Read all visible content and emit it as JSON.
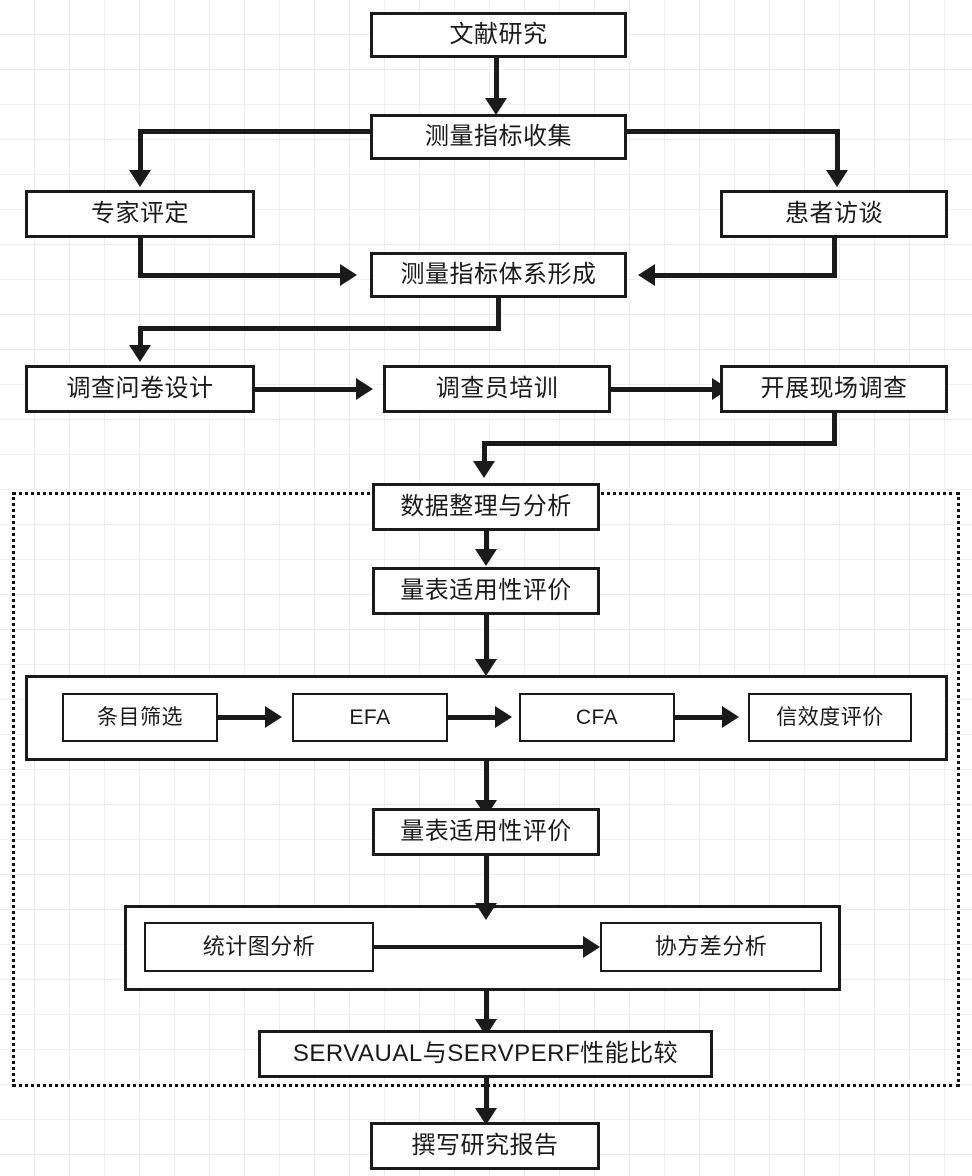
{
  "diagram": {
    "type": "flowchart",
    "title": "",
    "background": "#ffffff",
    "grid_color": "#efefef",
    "line_color": "#1a1a1a",
    "nodes": {
      "literature_review": "文献研究",
      "indicator_collection": "测量指标收集",
      "expert_rating": "专家评定",
      "patient_interview": "患者访谈",
      "indicator_system": "测量指标体系形成",
      "questionnaire_design": "调查问卷设计",
      "investigator_training": "调查员培训",
      "field_survey": "开展现场调查",
      "data_processing": "数据整理与分析",
      "scale_applicability_1": "量表适用性评价",
      "item_screening": "条目筛选",
      "efa": "EFA",
      "cfa": "CFA",
      "reliability_validity": "信效度评价",
      "scale_applicability_2": "量表适用性评价",
      "chart_analysis": "统计图分析",
      "covariance_analysis": "协方差分析",
      "servqual_comparison": "SERVAUAL与SERVPERF性能比较",
      "write_report": "撰写研究报告"
    }
  }
}
